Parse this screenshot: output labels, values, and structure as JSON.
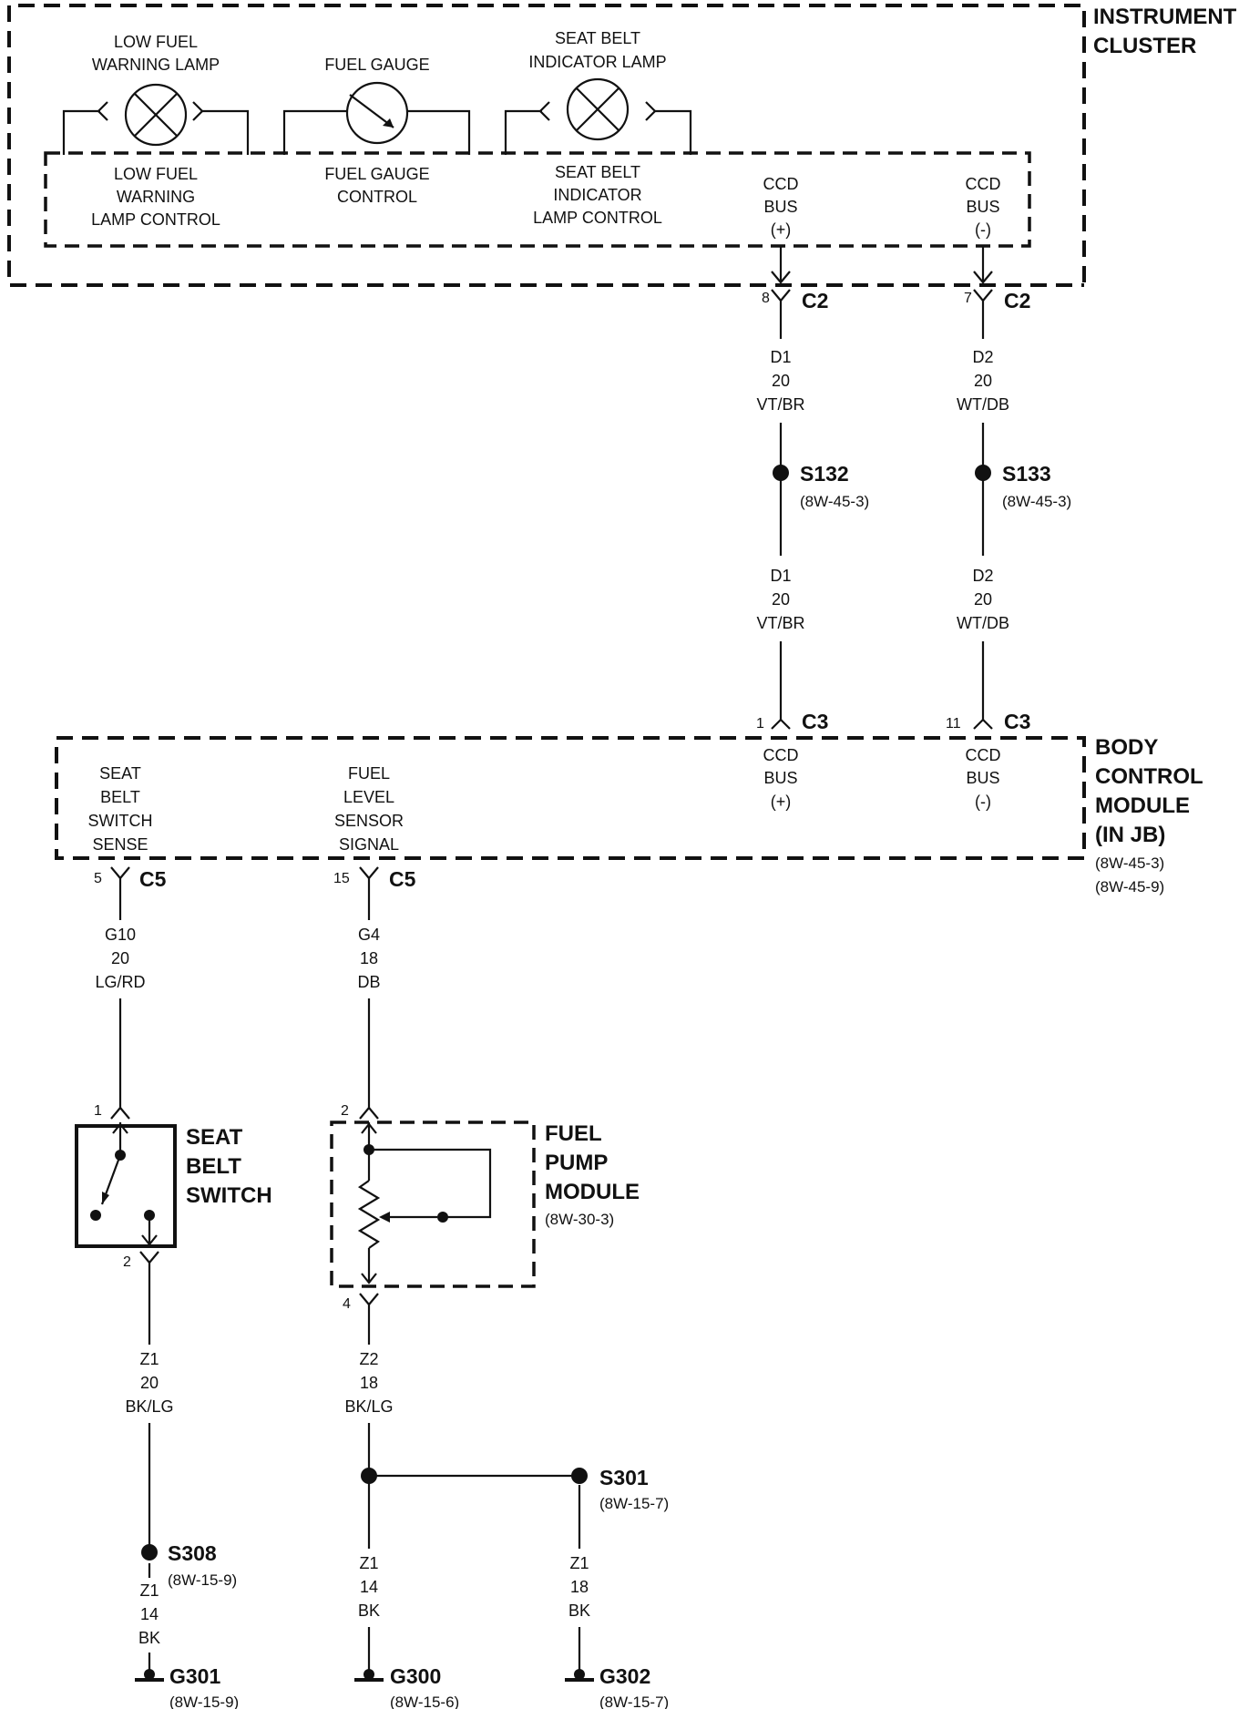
{
  "instrument_cluster": {
    "title_line1": "INSTRUMENT",
    "title_line2": "CLUSTER",
    "lamps": {
      "low_fuel": [
        "LOW FUEL",
        "WARNING LAMP"
      ],
      "fuel_gauge": [
        "FUEL GAUGE"
      ],
      "seat_belt": [
        "SEAT BELT",
        "INDICATOR LAMP"
      ]
    },
    "controls": {
      "low_fuel": [
        "LOW FUEL",
        "WARNING",
        "LAMP CONTROL"
      ],
      "fuel_gauge": [
        "FUEL GAUGE",
        "CONTROL"
      ],
      "seat_belt": [
        "SEAT BELT",
        "INDICATOR",
        "LAMP CONTROL"
      ],
      "ccd_plus": [
        "CCD",
        "BUS",
        "(+)"
      ],
      "ccd_minus": [
        "CCD",
        "BUS",
        "(-)"
      ]
    },
    "connector": {
      "name": "C2",
      "pin_plus": "8",
      "pin_minus": "7"
    }
  },
  "wires": {
    "d1_upper": [
      "D1",
      "20",
      "VT/BR"
    ],
    "d2_upper": [
      "D2",
      "20",
      "WT/DB"
    ],
    "d1_lower": [
      "D1",
      "20",
      "VT/BR"
    ],
    "d2_lower": [
      "D2",
      "20",
      "WT/DB"
    ],
    "g10": [
      "G10",
      "20",
      "LG/RD"
    ],
    "g4": [
      "G4",
      "18",
      "DB"
    ],
    "z1_seat": [
      "Z1",
      "20",
      "BK/LG"
    ],
    "z2": [
      "Z2",
      "18",
      "BK/LG"
    ],
    "z1_14_left": [
      "Z1",
      "14",
      "BK"
    ],
    "z1_14_mid": [
      "Z1",
      "14",
      "BK"
    ],
    "z1_18": [
      "Z1",
      "18",
      "BK"
    ]
  },
  "splices": {
    "s132": {
      "name": "S132",
      "ref": "(8W-45-3)"
    },
    "s133": {
      "name": "S133",
      "ref": "(8W-45-3)"
    },
    "s301": {
      "name": "S301",
      "ref": "(8W-15-7)"
    },
    "s308": {
      "name": "S308",
      "ref": "(8W-15-9)"
    }
  },
  "body_control_module": {
    "title": [
      "BODY",
      "CONTROL",
      "MODULE",
      "(IN JB)"
    ],
    "refs": [
      "(8W-45-3)",
      "(8W-45-9)"
    ],
    "c3": {
      "name": "C3",
      "pin_plus": "1",
      "pin_minus": "11"
    },
    "ccd_plus": [
      "CCD",
      "BUS",
      "(+)"
    ],
    "ccd_minus": [
      "CCD",
      "BUS",
      "(-)"
    ],
    "seat_belt_sense": [
      "SEAT",
      "BELT",
      "SWITCH",
      "SENSE"
    ],
    "fuel_level": [
      "FUEL",
      "LEVEL",
      "SENSOR",
      "SIGNAL"
    ],
    "c5": {
      "name": "C5",
      "pin_seat": "5",
      "pin_fuel": "15"
    }
  },
  "seat_belt_switch": {
    "title": [
      "SEAT",
      "BELT",
      "SWITCH"
    ],
    "pin_top": "1",
    "pin_bottom": "2"
  },
  "fuel_pump_module": {
    "title": [
      "FUEL",
      "PUMP",
      "MODULE"
    ],
    "ref": "(8W-30-3)",
    "pin_top": "2",
    "pin_bottom": "4"
  },
  "grounds": {
    "g301": {
      "name": "G301",
      "ref": "(8W-15-9)"
    },
    "g300": {
      "name": "G300",
      "ref": "(8W-15-6)"
    },
    "g302": {
      "name": "G302",
      "ref": "(8W-15-7)"
    }
  }
}
